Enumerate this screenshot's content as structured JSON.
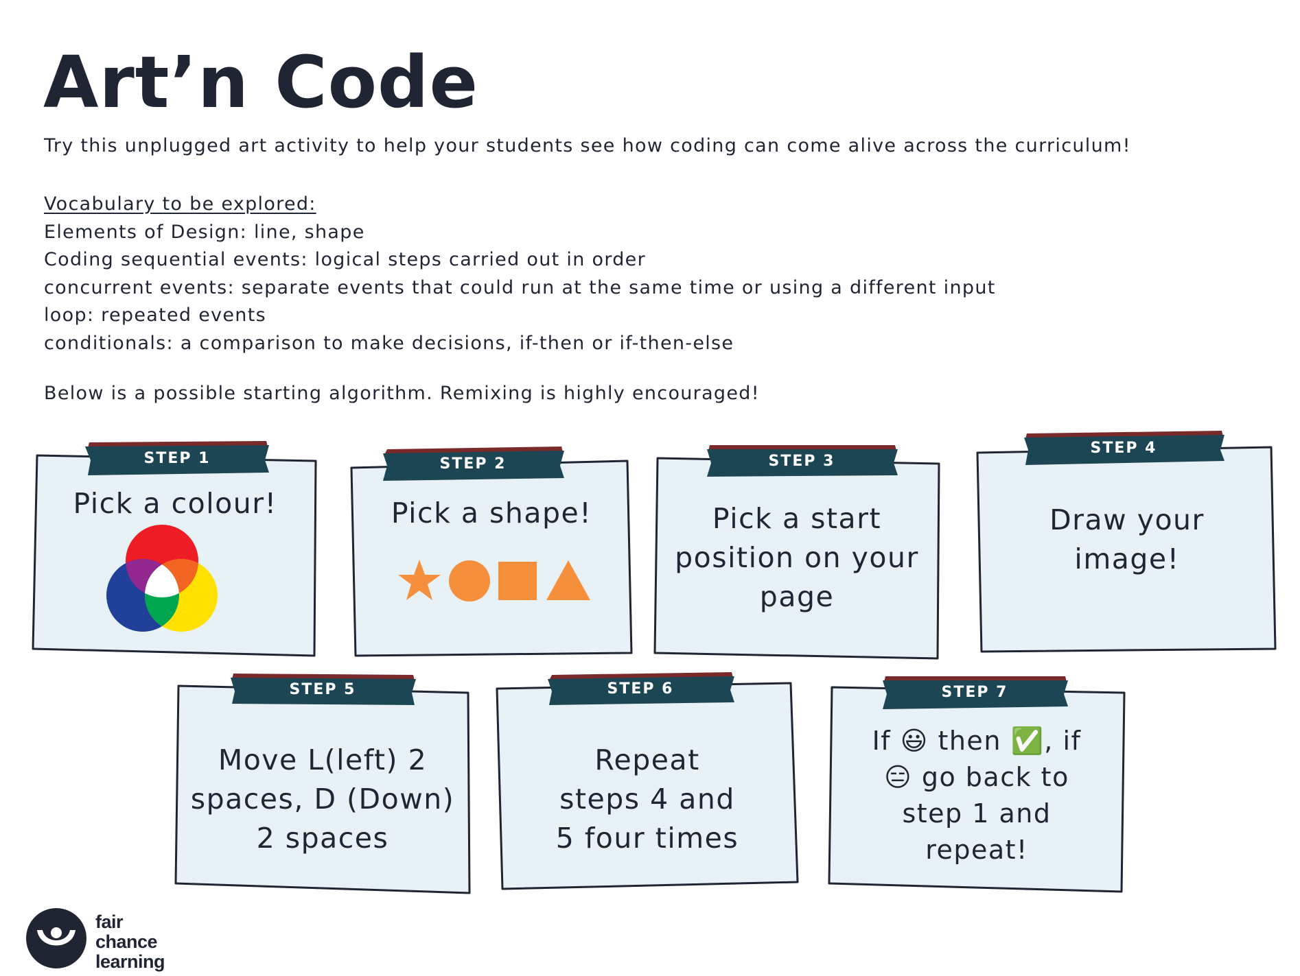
{
  "title": "Art’n Code",
  "subtitle": "Try this unplugged art activity to help your students see how coding can come alive across the curriculum!",
  "vocabulary": {
    "heading": "Vocabulary to be explored:",
    "lines": [
      "Elements of Design: line, shape",
      "Coding sequential events: logical steps carried out in order",
      "concurrent events: separate events that could run at the same time or using a different input",
      "loop: repeated events",
      "conditionals: a comparison to make decisions, if-then or if-then-else"
    ]
  },
  "algorithm_intro": "Below is a possible starting algorithm. Remixing is highly encouraged!",
  "steps": [
    {
      "label": "STEP 1",
      "text": "Pick a colour!"
    },
    {
      "label": "STEP 2",
      "text": "Pick a shape!"
    },
    {
      "label": "STEP 3",
      "text": "Pick a start position on your page"
    },
    {
      "label": "STEP 4",
      "text": "Draw your image!"
    },
    {
      "label": "STEP 5",
      "text": "Move L(left) 2 spaces, D (Down) 2 spaces"
    },
    {
      "label": "STEP 6",
      "text": "Repeat steps 4 and 5 four times"
    },
    {
      "label": "STEP 7",
      "text": "If 😃 then ✅, if 😑 go back to step 1 and repeat!"
    }
  ],
  "colors": {
    "card_fill": "#e8f1f6",
    "card_stroke": "#1f2533",
    "tab_fill": "#1d4654",
    "tab_accent": "#7a2a2a",
    "shape_orange": "#f58f3c",
    "red": "#ee1c25",
    "blue": "#21409a",
    "yellow": "#fee100",
    "green": "#00a650"
  },
  "logo": {
    "line1": "fair",
    "line2": "chance",
    "line3": "learning"
  }
}
